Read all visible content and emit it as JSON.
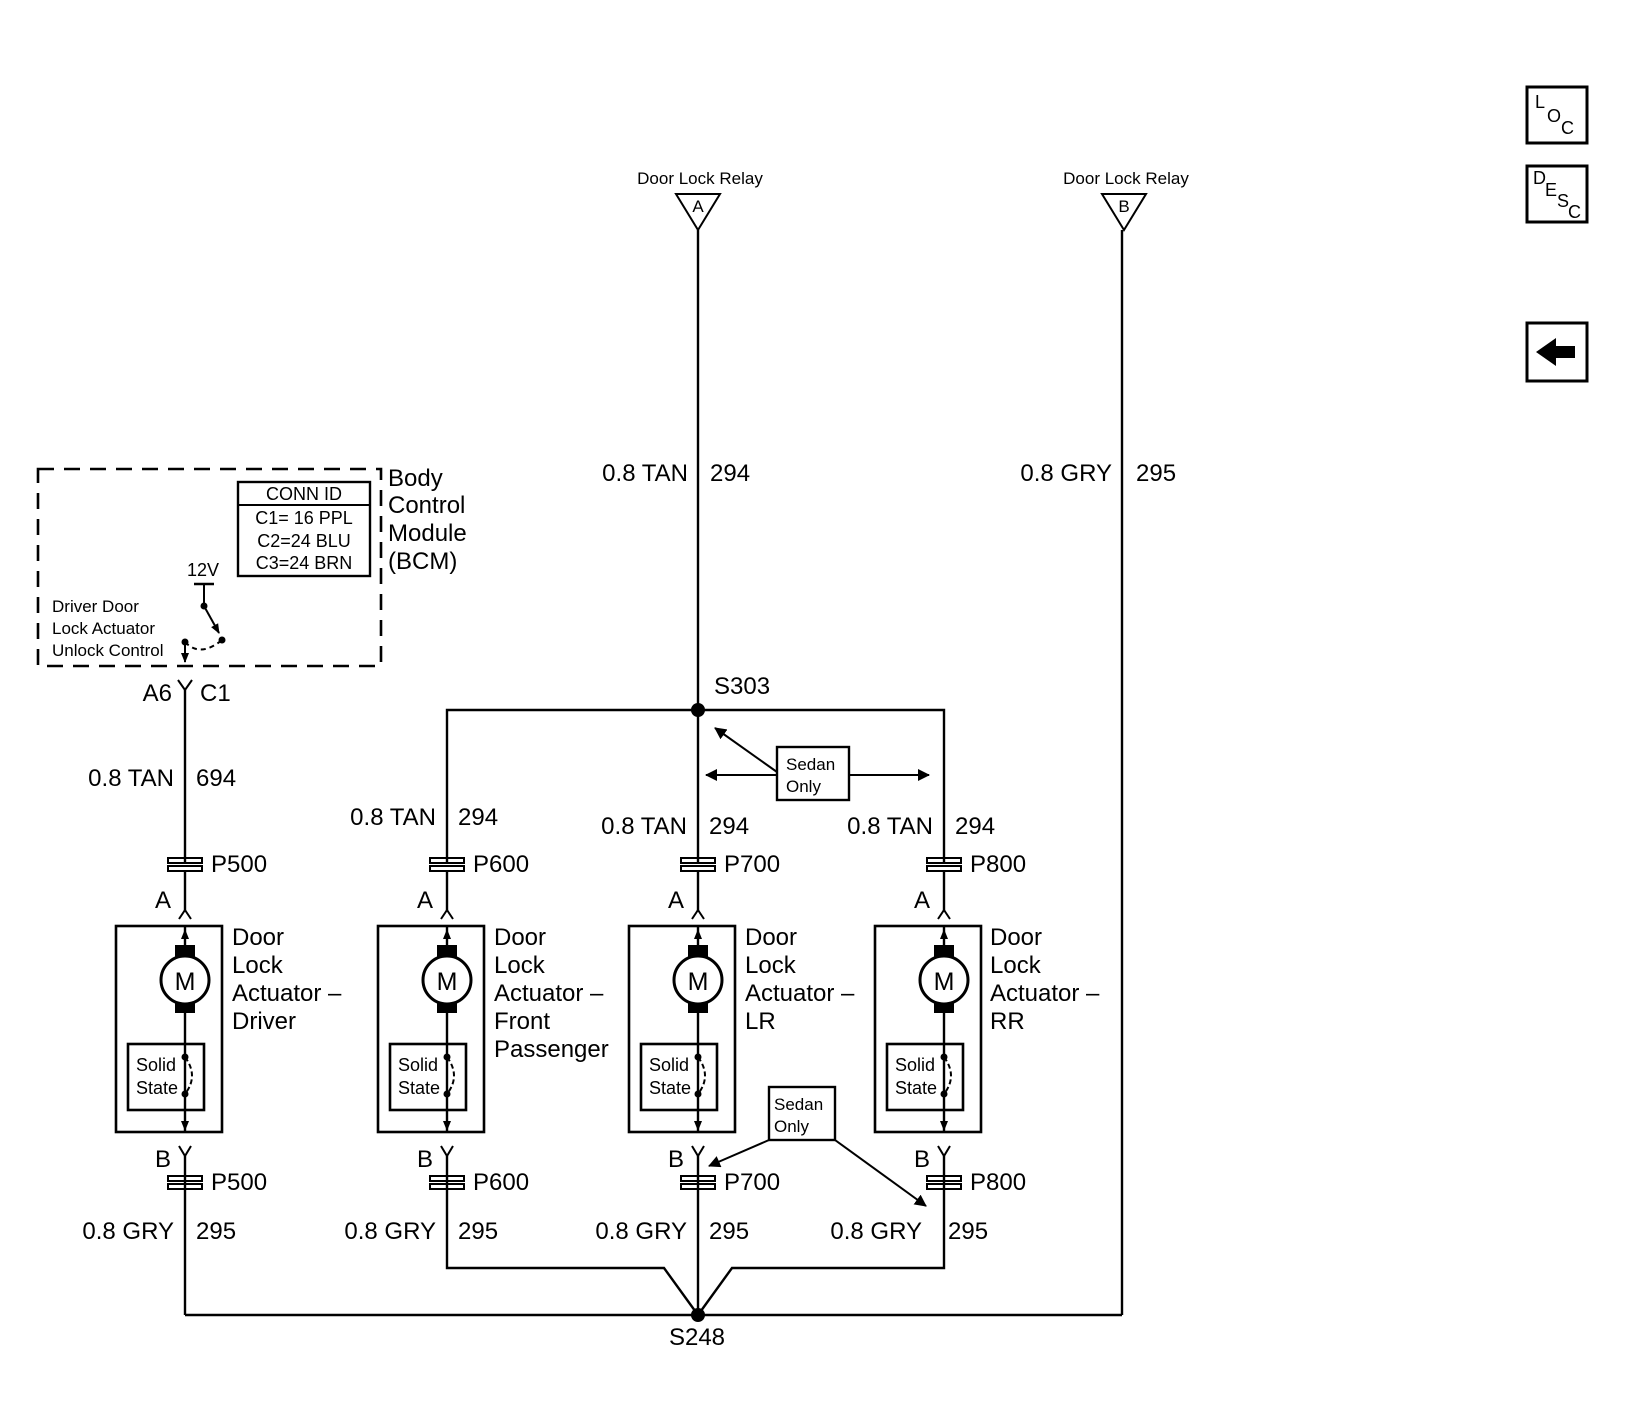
{
  "relays": [
    {
      "title": "Door Lock Relay",
      "pin": "A"
    },
    {
      "title": "Door Lock Relay",
      "pin": "B"
    }
  ],
  "trunk_wires": [
    {
      "size_color": "0.8 TAN",
      "circuit": "294"
    },
    {
      "size_color": "0.8 GRY",
      "circuit": "295"
    }
  ],
  "bcm": {
    "name_lines": [
      "Body",
      "Control",
      "Module",
      "(BCM)"
    ],
    "conn_id": {
      "title": "CONN ID",
      "rows": [
        "C1= 16 PPL",
        "C2=24 BLU",
        "C3=24 BRN"
      ]
    },
    "supply": "12V",
    "control_lines": [
      "Driver Door",
      "Lock Actuator",
      "Unlock Control"
    ],
    "pin": "A6",
    "connector": "C1"
  },
  "splices": {
    "upper": "S303",
    "lower": "S248"
  },
  "sedan_note": {
    "lines": [
      "Sedan",
      "Only"
    ]
  },
  "actuators": [
    {
      "id": "driver",
      "feed": {
        "size_color": "0.8 TAN",
        "circuit": "694"
      },
      "connector": "P500",
      "pin_a": "A",
      "pin_b": "B",
      "name_lines": [
        "Door",
        "Lock",
        "Actuator –",
        "Driver"
      ],
      "motor": "M",
      "solid_state_lines": [
        "Solid",
        "State"
      ],
      "ground": {
        "size_color": "0.8 GRY",
        "circuit": "295"
      }
    },
    {
      "id": "front-passenger",
      "feed": {
        "size_color": "0.8 TAN",
        "circuit": "294"
      },
      "connector": "P600",
      "pin_a": "A",
      "pin_b": "B",
      "name_lines": [
        "Door",
        "Lock",
        "Actuator –",
        "Front",
        "Passenger"
      ],
      "motor": "M",
      "solid_state_lines": [
        "Solid",
        "State"
      ],
      "ground": {
        "size_color": "0.8 GRY",
        "circuit": "295"
      }
    },
    {
      "id": "lr",
      "feed": {
        "size_color": "0.8 TAN",
        "circuit": "294"
      },
      "connector": "P700",
      "pin_a": "A",
      "pin_b": "B",
      "name_lines": [
        "Door",
        "Lock",
        "Actuator –",
        "LR"
      ],
      "motor": "M",
      "solid_state_lines": [
        "Solid",
        "State"
      ],
      "ground": {
        "size_color": "0.8 GRY",
        "circuit": "295"
      }
    },
    {
      "id": "rr",
      "feed": {
        "size_color": "0.8 TAN",
        "circuit": "294"
      },
      "connector": "P800",
      "pin_a": "A",
      "pin_b": "B",
      "name_lines": [
        "Door",
        "Lock",
        "Actuator –",
        "RR"
      ],
      "motor": "M",
      "solid_state_lines": [
        "Solid",
        "State"
      ],
      "ground": {
        "size_color": "0.8 GRY",
        "circuit": "295"
      }
    }
  ],
  "nav": {
    "loc": [
      "L",
      "O",
      "C"
    ],
    "desc": [
      "D",
      "E",
      "S",
      "C"
    ],
    "back_icon": "left-arrow-icon"
  }
}
